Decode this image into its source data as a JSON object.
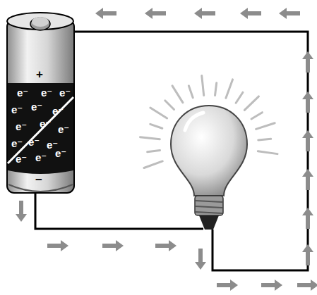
{
  "diagram": {
    "labels": [
      "+",
      "e⁻",
      "e⁻",
      "e⁻",
      "e⁻",
      "e⁻",
      "e⁻",
      "e⁻",
      "e⁻",
      "e⁻",
      "e⁻",
      "e⁻",
      "e⁻",
      "e⁻",
      "e⁻",
      "e⁻",
      "−"
    ]
  }
}
